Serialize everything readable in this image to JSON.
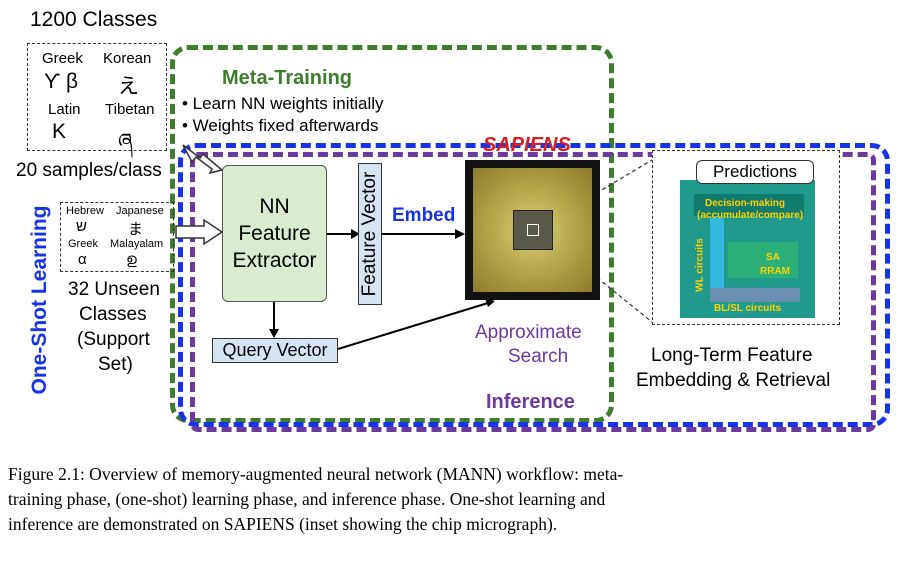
{
  "classes_title": "1200 Classes",
  "training_scripts": [
    {
      "label": "Greek",
      "glyph": "ϒ β"
    },
    {
      "label": "Korean",
      "glyph": "え"
    },
    {
      "label": "Latin",
      "glyph": "K"
    },
    {
      "label": "Tibetan",
      "glyph": "ཞ"
    }
  ],
  "samples_label": "20 samples/class",
  "meta_training": {
    "title": "Meta-Training",
    "bullets": [
      "• Learn NN weights initially",
      "• Weights fixed afterwards"
    ]
  },
  "one_shot_label": "One-Shot Learning",
  "support_scripts": [
    {
      "label": "Hebrew",
      "glyph": "ש"
    },
    {
      "label": "Japanese",
      "glyph": "ま"
    },
    {
      "label": "Greek",
      "glyph": "α"
    },
    {
      "label": "Malayalam",
      "glyph": "ഉ"
    }
  ],
  "support_label_lines": [
    "32 Unseen",
    "Classes",
    "(Support",
    "Set)"
  ],
  "extractor_lines": [
    "NN",
    "Feature",
    "Extractor"
  ],
  "feature_vector": "Feature Vector",
  "embed": "Embed",
  "sapiens": "SAPIENS",
  "query_vector": "Query Vector",
  "approx_search_lines": [
    "Approximate",
    "Search"
  ],
  "inference": "Inference",
  "predictions": "Predictions",
  "micrograph_labels": {
    "decision": "Decision-making",
    "accumulate": "(accumulate/compare)",
    "wl": "WL circuits",
    "sa": "SA",
    "rram": "RRAM",
    "blsl": "BL/SL circuits"
  },
  "long_term_lines": [
    "Long-Term Feature",
    "Embedding & Retrieval"
  ],
  "caption_lines": [
    "Figure 2.1:  Overview of memory-augmented neural network (MANN) workflow: meta-",
    "training phase, (one-shot) learning phase, and inference phase.  One-shot learning and",
    "inference are demonstrated on SAPIENS (inset showing the chip micrograph)."
  ],
  "colors": {
    "green": "#3f7d2e",
    "blue": "#1733e6",
    "purple": "#6b3a9c",
    "red": "#d42020"
  }
}
